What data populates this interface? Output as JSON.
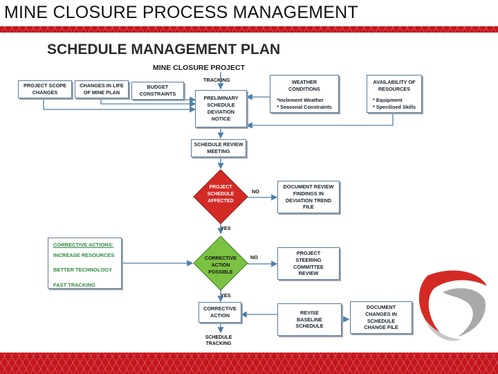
{
  "slide_title": "MINE CLOSURE PROCESS MANAGEMENT",
  "diagram": {
    "title": "SCHEDULE MANAGEMENT PLAN",
    "subtitle": "MINE CLOSURE PROJECT",
    "tracking_label": "TRACKING",
    "project_scope": [
      "PROJECT SCOPE",
      "CHANGES"
    ],
    "changes_life": [
      "CHANGES IN LIFE",
      "OF MINE PLAN"
    ],
    "budget": [
      "BUDGET",
      "CONSTRAINTS"
    ],
    "weather": {
      "heading": [
        "WEATHER",
        "CONDITIONS"
      ],
      "items": [
        "*Inclement Weather",
        "* Seasonal Constraints"
      ]
    },
    "resources": {
      "heading": [
        "AVAILABILITY OF",
        "RESOURCES"
      ],
      "items": [
        "* Equipment",
        "* Specilised Skills"
      ]
    },
    "preliminary": [
      "PRELIMINARY",
      "SCHEDULE",
      "DEVIATION",
      "NOTICE"
    ],
    "review_meeting": [
      "SCHEDULE REVIEW",
      "MEETING"
    ],
    "decision_1": [
      "PROJECT",
      "SCHEDULE",
      "AFFECTED"
    ],
    "decision_2": [
      "CORRECTIVE",
      "ACTION",
      "POSSIBLE"
    ],
    "no_label": "NO",
    "yes_label": "YES",
    "document_review": [
      "DOCUMENT REVIEW",
      "FINDINGS IN",
      "DEVIATION TREND",
      "FILE"
    ],
    "steering": [
      "PROJECT",
      "STEERING",
      "COMMITTEE",
      "REVIEW"
    ],
    "corrective_actions": {
      "heading": "CORRECTIVE ACTIONS:",
      "items": [
        "INCREASE RESOURCES",
        "BETTER TECHNOLOGY",
        "FAST TRACKING"
      ]
    },
    "corrective_action_box": [
      "CORRECTIVE",
      "ACTION"
    ],
    "revise": [
      "REVISE",
      "BASELINE",
      "SCHEDULE"
    ],
    "document_changes": [
      "DOCUMENT",
      "CHANGES IN",
      "SCHEDULE",
      "CHANGE FILE"
    ],
    "schedule_tracking": [
      "SCHEDULE",
      "TRACKING"
    ]
  },
  "colors": {
    "band_red": "#c8161d",
    "decision_red": "#d42a25",
    "decision_green": "#7cc242",
    "corrective_green": "#2e8b3e",
    "connector": "#4f7fa8",
    "box_border": "#5a7a99"
  },
  "icons": [
    "tracking-arrow-icon",
    "corporate-logo-icon"
  ]
}
